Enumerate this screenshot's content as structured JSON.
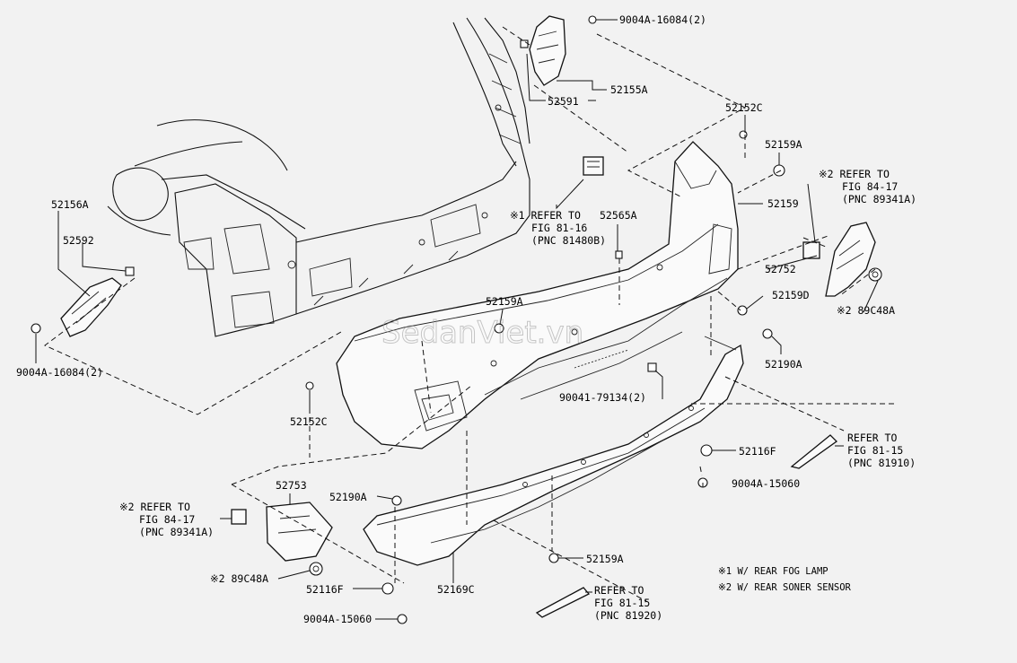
{
  "watermark": "SedanViet.vn",
  "callouts": {
    "p9004a_16084_top": "9004A-16084(2)",
    "p52591": "52591",
    "p52155a": "52155A",
    "p52152c_top": "52152C",
    "p52159a_top": "52159A",
    "p52159": "52159",
    "ref1_l1": "※1 REFER TO",
    "ref1_l2": "FIG 81-16",
    "ref1_l3": "(PNC 81480B)",
    "p52565a": "52565A",
    "p52156a": "52156A",
    "p52592": "52592",
    "p9004a_16084_left": "9004A-16084(2)",
    "p52159a_mid": "52159A",
    "ref2r_l1": "※2 REFER TO",
    "ref2r_l2": "FIG 84-17",
    "ref2r_l3": "(PNC 89341A)",
    "p52752": "52752",
    "p52159d": "52159D",
    "p89c48a_right": "※2 89C48A",
    "p52190a_right": "52190A",
    "p90041": "90041-79134(2)",
    "p52152c_mid": "52152C",
    "ref81_15r_l1": "REFER TO",
    "ref81_15r_l2": "FIG 81-15",
    "ref81_15r_l3": "(PNC 81910)",
    "p52116f_right": "52116F",
    "p9004a_15060_right": "9004A-15060",
    "p52753": "52753",
    "ref2l_l1": "※2 REFER TO",
    "ref2l_l2": "FIG 84-17",
    "ref2l_l3": "(PNC 89341A)",
    "p52190a_left": "52190A",
    "p89c48a_left": "※2 89C48A",
    "p52116f_left": "52116F",
    "p9004a_15060_left": "9004A-15060",
    "p52169c": "52169C",
    "p52159a_bottom": "52159A",
    "ref81_15b_l1": "REFER TO",
    "ref81_15b_l2": "FIG 81-15",
    "ref81_15b_l3": "(PNC 81920)"
  },
  "notes": {
    "note1": "※1 W/ REAR FOG LAMP",
    "note2": "※2 W/ REAR SONER SENSOR"
  }
}
